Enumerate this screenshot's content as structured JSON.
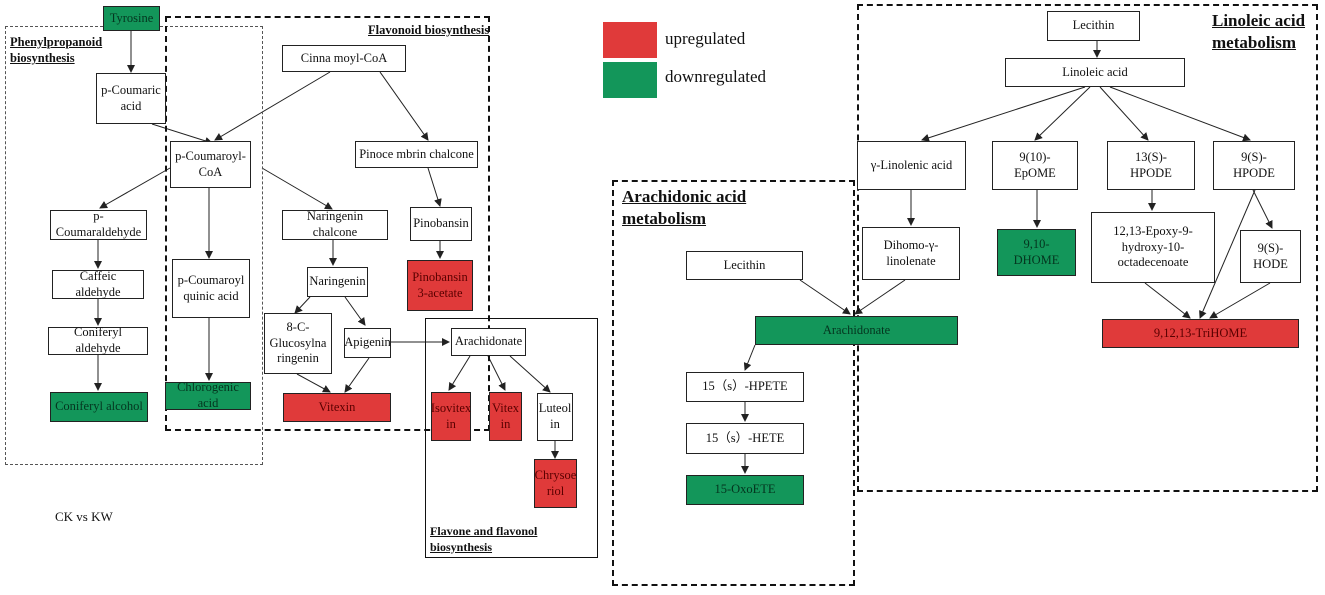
{
  "legend": {
    "upregulated": "upregulated",
    "downregulated": "downregulated",
    "up_color": "#e03a3a",
    "down_color": "#13965a"
  },
  "comparison": "CK vs KW",
  "regions": {
    "phenylpropanoid": "Phenylpropanoid\nbiosynthesis",
    "flavonoid": "Flavonoid biosynthesis",
    "flavone": "Flavone and flavonol\nbiosynthesis",
    "arachidonic": "Arachidonic acid\nmetabolism",
    "linoleic": "Linoleic acid\nmetabolism"
  },
  "nodes": {
    "tyrosine": "Tyrosine",
    "p_coumaric_acid": "p-Coumaric\nacid",
    "cinnamoyl_coa": "Cinna moyl-CoA",
    "p_coumaroyl_coa": "p-Coumaroyl-\nCoA",
    "pinocembrin_chalcone": "Pinoce mbrin chalcone",
    "p_coumaraldehyde": "p-Coumaraldehyde",
    "naringenin_chalcone": "Naringenin chalcone",
    "pinobansin": "Pinobansin",
    "caffeic_aldehyde": "Caffeic aldehyde",
    "p_coumaroyl_quinic": "p-Coumaroyl\nquinic acid",
    "naringenin": "Naringenin",
    "pinobansin_acetate": "Pinobansin\n3-acetate",
    "coniferyl_aldehyde": "Coniferyl aldehyde",
    "c_glucosyl": "8-C-\nGlucosylna\nringenin",
    "apigenin": "Apigenin",
    "arachidonate_f": "Arachidonate",
    "coniferyl_alcohol": "Coniferyl alcohol",
    "chlorogenic_acid": "Chlorogenic acid",
    "vitexin": "Vitexin",
    "isovitexin": "Isovitex\nin",
    "vitexin2": "Vitex\nin",
    "luteolin": "Luteol\nin",
    "chrysoeriol": "Chrysoe\nriol",
    "lecithin_a": "Lecithin",
    "arachidonate_a": "Arachidonate",
    "hpete": "15（s）-HPETE",
    "hete": "15（s）-HETE",
    "oxoete": "15-OxoETE",
    "lecithin_l": "Lecithin",
    "linoleic_acid": "Linoleic acid",
    "gamma_linolenic": "γ-Linolenic acid",
    "epome": "9(10)-\nEpOME",
    "hpode13": "13(S)-\nHPODE",
    "hpode9": "9(S)-\nHPODE",
    "dihomo": "Dihomo-γ-\nlinolenate",
    "dhome": "9,10-\nDHOME",
    "epoxy": "12,13-Epoxy-9-\nhydroxy-10-\noctadecenoate",
    "hode": "9(S)-\nHODE",
    "trihome": "9,12,13-TriHOME"
  }
}
